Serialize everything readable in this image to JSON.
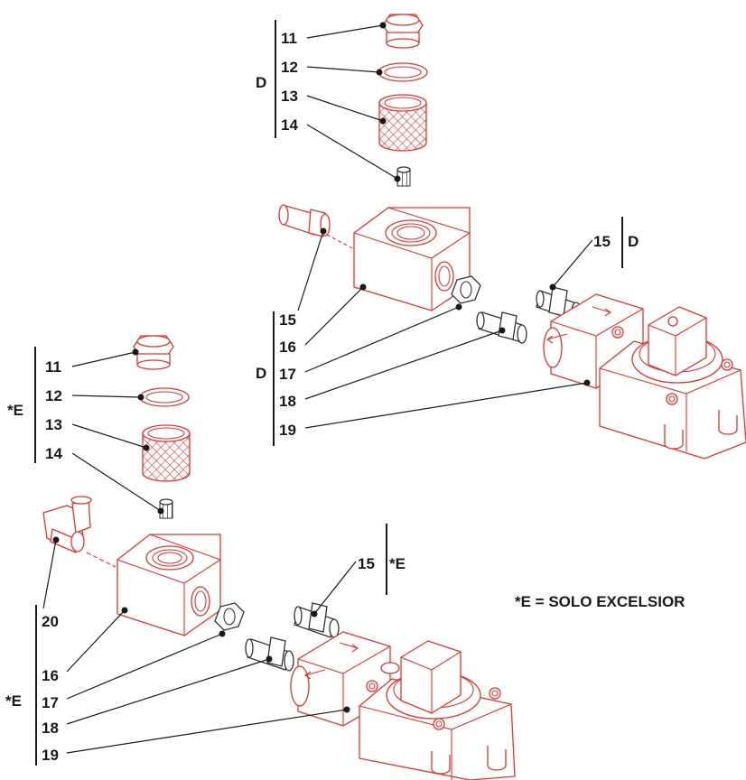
{
  "groups": {
    "upper_D_top": {
      "letter": "D",
      "numbers": [
        "11",
        "12",
        "13",
        "14"
      ]
    },
    "upper_D_mid": {
      "letter": "D",
      "numbers": [
        "15",
        "16",
        "17",
        "18",
        "19"
      ]
    },
    "upper_D_right": {
      "letter": "D",
      "numbers": [
        "15"
      ]
    },
    "lower_E_top": {
      "letter": "*E",
      "numbers": [
        "11",
        "12",
        "13",
        "14"
      ]
    },
    "lower_E_mid": {
      "letter": "*E",
      "numbers": [
        "20",
        "16",
        "17",
        "18",
        "19"
      ]
    },
    "lower_E_right": {
      "letter": "*E",
      "numbers": [
        "15"
      ]
    }
  },
  "footnote": "*E = SOLO EXCELSIOR",
  "colors": {
    "part_outline": "#e3342f",
    "callout": "#1a1a1a",
    "fitting": "#333333"
  }
}
